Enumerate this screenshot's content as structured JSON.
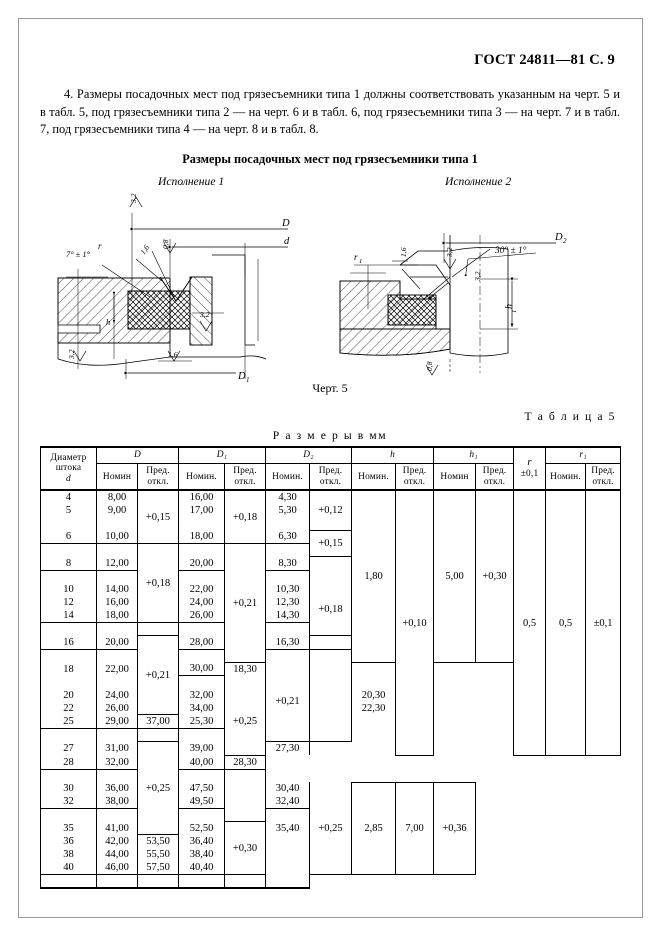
{
  "header": {
    "standard": "ГОСТ 24811—81 С. 9"
  },
  "body": {
    "paragraph": "4. Размеры посадочных мест под грязесъемники типа 1 должны соответствовать указанным на черт. 5 и в табл. 5, под грязесъемники типа 2 — на черт. 6 и в табл. 6, под грязесъемники типа 3 — на черт. 7 и в табл. 7, под грязесъемники типа 4 — на черт. 8 и в табл. 8.",
    "section_title": "Размеры посадочных мест под грязесъемники типа 1"
  },
  "figure": {
    "variant_1_label": "Исполнение 1",
    "variant_2_label": "Исполнение 2",
    "caption": "Черт. 5",
    "labels_left": {
      "D": "D",
      "d": "d",
      "D1": "D₁",
      "r": "r",
      "angle": "7° ± 1°",
      "h": "h",
      "rough_32": "3,2",
      "rough_16": "1,6",
      "rough_08": "0,8"
    },
    "labels_right": {
      "D2": "D₂",
      "h1": "h₁",
      "r1": "r₁",
      "angle": "30° ± 1°",
      "rough_32": "3,2",
      "rough_16": "1,6",
      "rough_08": "0,8"
    }
  },
  "table": {
    "number_label": "Т а б л и ц а 5",
    "units_label": "Р а з м е р ы   в  мм",
    "columns": {
      "stem": {
        "l1": "Диаметр",
        "l2": "штока",
        "l3": "d"
      },
      "groups": [
        {
          "name": "D",
          "sub": [
            "Номин",
            "Пред.\nоткл."
          ]
        },
        {
          "name": "D₁",
          "sub": [
            "Номин.",
            "Пред.\nоткл."
          ]
        },
        {
          "name": "D₂",
          "sub": [
            "Номин.",
            "Пред.\nоткл."
          ]
        },
        {
          "name": "h",
          "sub": [
            "Номин.",
            "Пред.\nоткл."
          ]
        },
        {
          "name": "h₁",
          "sub": [
            "Номин",
            "Пред.\nоткл."
          ]
        },
        {
          "name": "r\n±0,1",
          "sub": []
        },
        {
          "name": "r₁",
          "sub": [
            "Номин.",
            "Пред.\nоткл."
          ]
        }
      ],
      "nominal": "Номин.",
      "nominal_alt": "Номин",
      "deviation_l1": "Пред.",
      "deviation_l2": "откл.",
      "r_head_l1": "r",
      "r_head_l2": "±0,1"
    },
    "rows": {
      "d": [
        "4",
        "5",
        "6",
        "8",
        "10",
        "12",
        "14",
        "16",
        "18",
        "20",
        "22",
        "25",
        "27",
        "28",
        "30",
        "32",
        "35",
        "36",
        "38",
        "40"
      ],
      "D_nom": [
        "8,00",
        "9,00",
        "10,00",
        "12,00",
        "14,00",
        "16,00",
        "18,00",
        "20,00",
        "22,00",
        "24,00",
        "26,00",
        "29,00",
        "31,00",
        "32,00",
        "36,00",
        "38,00",
        "41,00",
        "42,00",
        "44,00",
        "46,00"
      ],
      "D1_nom": [
        "16,00",
        "17,00",
        "18,00",
        "20,00",
        "22,00",
        "24,00",
        "26,00",
        "28,00",
        "30,00",
        "32,00",
        "34,00",
        "37,00",
        "39,00",
        "40,00",
        "47,50",
        "49,50",
        "52,50",
        "53,50",
        "55,50",
        "57,50"
      ],
      "D2_nom": [
        "4,30",
        "5,30",
        "6,30",
        "8,30",
        "10,30",
        "12,30",
        "14,30",
        "16,30",
        "18,30",
        "20,30",
        "22,30",
        "25,30",
        "27,30",
        "28,30",
        "30,40",
        "32,40",
        "35,40",
        "36,40",
        "38,40",
        "40,40"
      ]
    },
    "spans": {
      "D_dev": [
        "+0,15",
        "+0,18",
        "+0,21",
        "+0,25"
      ],
      "D1_dev": [
        "+0,18",
        "+0,21",
        "+0,25",
        "+0,30"
      ],
      "D2_dev": [
        "+0,12",
        "+0,15",
        "+0,18",
        "+0,21",
        "+0,25"
      ],
      "h_nom": [
        "1,80",
        "2,85"
      ],
      "h_dev": [
        "+0,10"
      ],
      "h1_nom": [
        "5,00",
        "7,00"
      ],
      "h1_dev": [
        "+0,30",
        "+0,36"
      ],
      "r": [
        "0,5"
      ],
      "r1_nom": [
        "0,5"
      ],
      "r1_dev": [
        "±0,1"
      ]
    }
  }
}
